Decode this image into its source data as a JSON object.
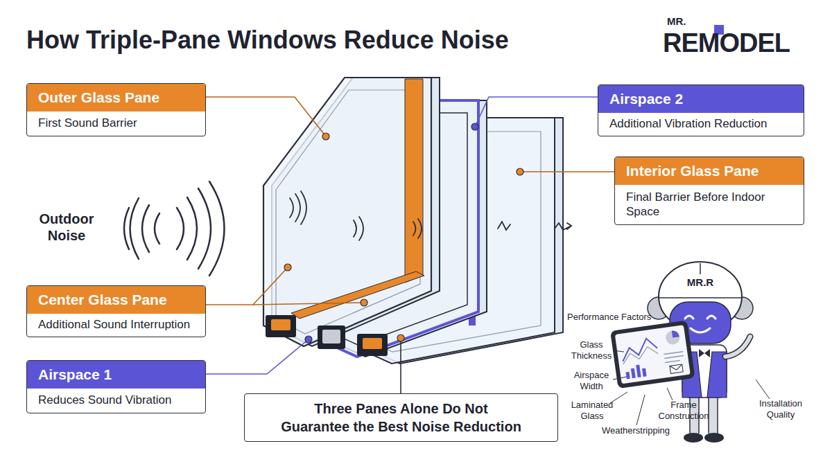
{
  "diagram": {
    "title": "How Triple-Pane Windows Reduce Noise",
    "nodes": [
      {
        "text": [
          "Outer Glass Pane",
          "First Sound Barrier"
        ]
      },
      {
        "text": [
          "Airspace 2",
          "Additional Vibration Reduction"
        ]
      },
      {
        "text": [
          "Interior Glass Pane",
          "Final Barrier Before Indoor Space"
        ]
      },
      {
        "text": [
          "Center Glass Pane",
          "Additional Sound Interruption"
        ]
      },
      {
        "text": [
          "Airspace 1",
          "Reduces Sound Vibration"
        ]
      },
      {
        "text": [
          "Three Panes Alone Do Not Guarantee the Best Noise Reduction"
        ]
      }
    ],
    "labels": [
      "MR.",
      "REMODEL",
      "Outdoor Noise",
      "MR.R",
      "Performance Factors",
      "Glass Thickness",
      "Airspace Width",
      "Laminated Glass",
      "Frame Construction",
      "Weatherstripping",
      "Installation Quality"
    ]
  }
}
